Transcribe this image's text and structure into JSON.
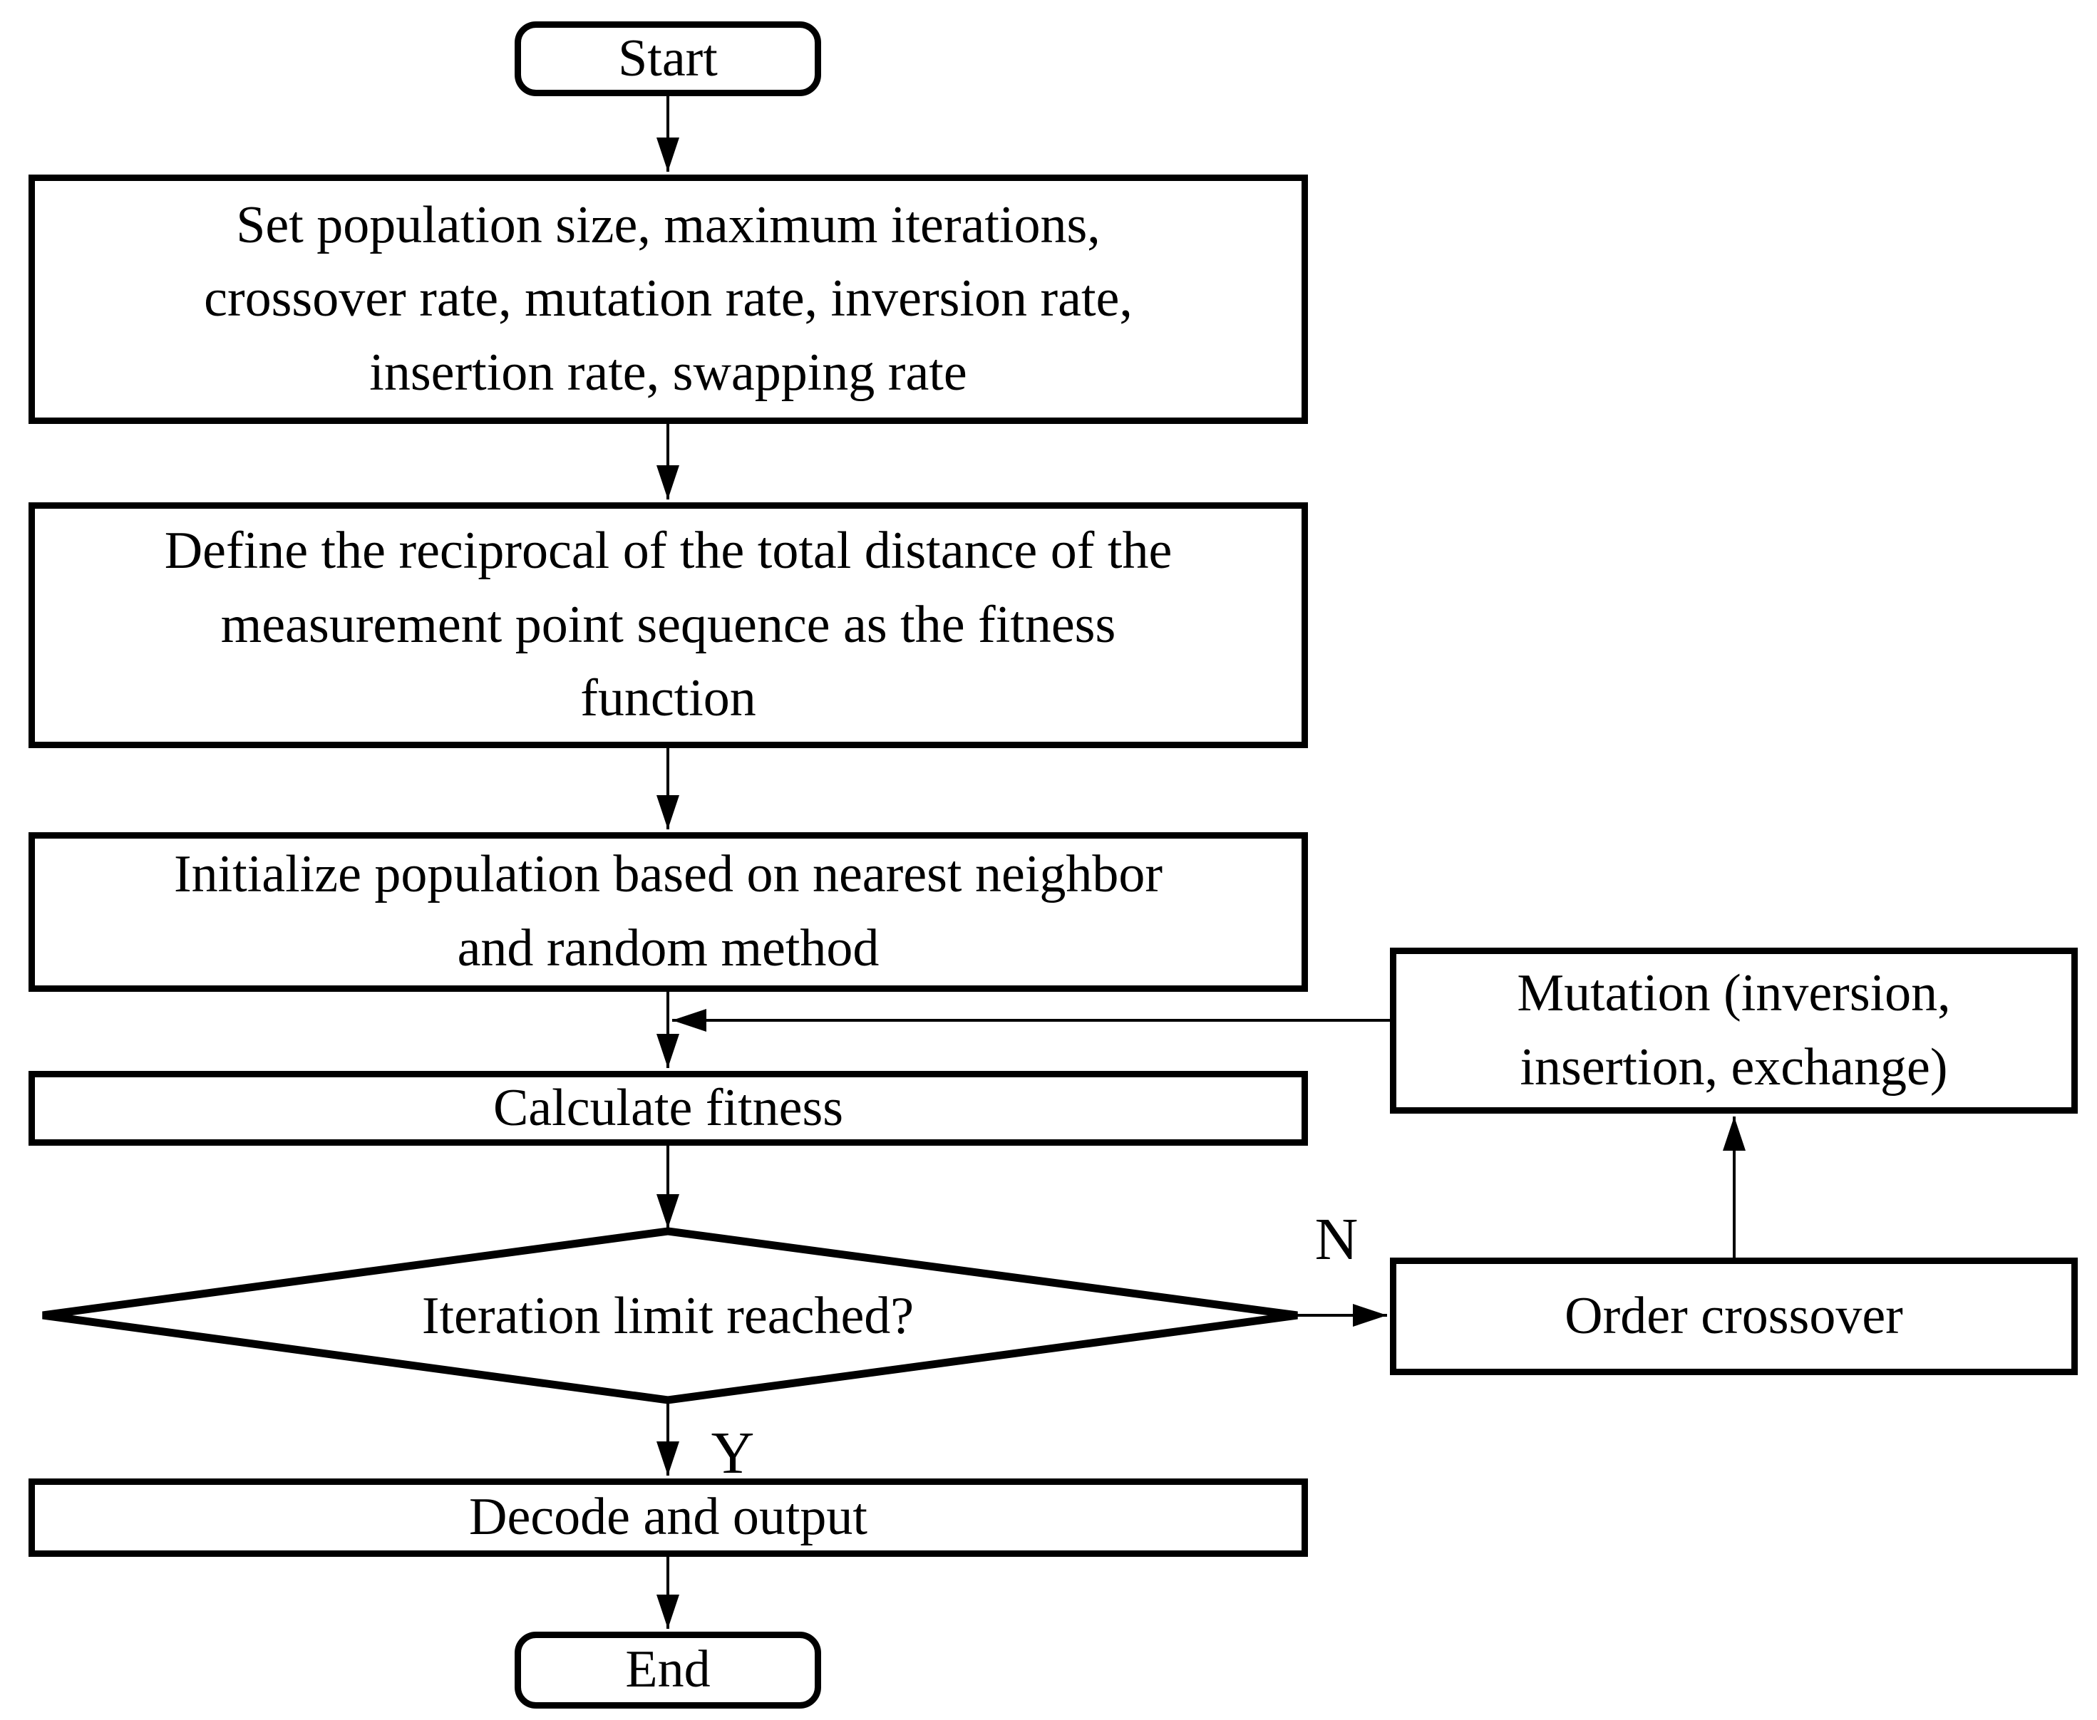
{
  "diagram": {
    "type": "flowchart",
    "colors": {
      "stroke": "#000000",
      "node_fill": "#ffffff",
      "background": "#ffffff"
    },
    "nodes": {
      "start": {
        "label": "Start",
        "shape": "rounded"
      },
      "set_parameters": {
        "label": "Set population size, maximum iterations,\ncrossover rate, mutation rate, inversion rate,\ninsertion rate, swapping rate",
        "shape": "rect"
      },
      "define_fitness": {
        "label": "Define the reciprocal of the total distance of the\nmeasurement point sequence as the fitness\nfunction",
        "shape": "rect"
      },
      "initialize_population": {
        "label": "Initialize population based on nearest neighbor\nand random method",
        "shape": "rect"
      },
      "calculate_fitness": {
        "label": "Calculate fitness",
        "shape": "rect"
      },
      "iteration_check": {
        "label": "Iteration limit reached?",
        "shape": "diamond"
      },
      "decode_output": {
        "label": "Decode and output",
        "shape": "rect"
      },
      "end": {
        "label": "End",
        "shape": "rounded"
      },
      "mutation": {
        "label": "Mutation (inversion,\ninsertion, exchange)",
        "shape": "rect"
      },
      "order_crossover": {
        "label": "Order crossover",
        "shape": "rect"
      }
    },
    "edge_labels": {
      "no": "N",
      "yes": "Y"
    }
  }
}
